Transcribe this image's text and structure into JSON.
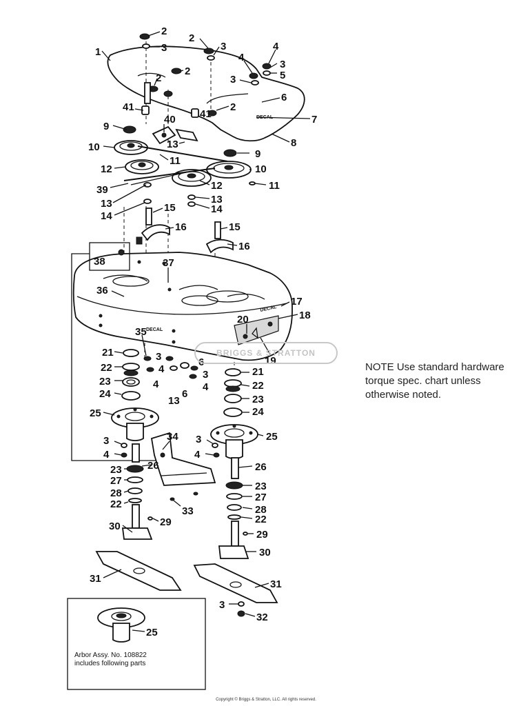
{
  "note": {
    "lines": [
      "NOTE  Use standard hardware",
      "torque spec. chart unless",
      "otherwise noted."
    ]
  },
  "inset": {
    "caption_lines": [
      "Arbor Assy. No. 108822",
      "includes following parts"
    ],
    "part_label": "25"
  },
  "decal_text": "DECAL",
  "watermark_text": "BRIGGS & STRATTON",
  "copyright": "Copyright © Briggs & Stratton, LLC. All rights reserved.",
  "callouts": {
    "c1": "1",
    "c2a": "2",
    "c2b": "2",
    "c2c": "2",
    "c2d": "2",
    "c2e": "2",
    "c3a": "3",
    "c3b": "3",
    "c3c": "3",
    "c3d": "3",
    "c4a": "4",
    "c4b": "4",
    "c5": "5",
    "c6": "6",
    "c7": "7",
    "c8": "8",
    "c9a": "9",
    "c9b": "9",
    "c10a": "10",
    "c10b": "10",
    "c11a": "11",
    "c11b": "11",
    "c12a": "12",
    "c12b": "12",
    "c13a": "13",
    "c13b": "13",
    "c13c": "13",
    "c14a": "14",
    "c14b": "14",
    "c15a": "15",
    "c15b": "15",
    "c16a": "16",
    "c16b": "16",
    "c17": "17",
    "c18": "18",
    "c19": "19",
    "c20": "20",
    "c36": "36",
    "c37": "37",
    "c38": "38",
    "c39": "39",
    "c40": "40",
    "c41a": "41",
    "c41b": "41",
    "c35": "35",
    "c3e": "3",
    "c4c": "4",
    "c4d": "4",
    "c13d": "13",
    "c6b": "6",
    "c6c": "6",
    "c3f": "3",
    "c4e": "4",
    "c21a": "21",
    "c22a": "22",
    "c23a": "23",
    "c24a": "24",
    "c25a": "25",
    "c21b": "21",
    "c22b": "22",
    "c23b": "23",
    "c24b": "24",
    "c25b": "25",
    "c3g": "3",
    "c4f": "4",
    "c3h": "3",
    "c4g": "4",
    "c34": "34",
    "c26a": "26",
    "c26b": "26",
    "c23c": "23",
    "c27a": "27",
    "c28a": "28",
    "c22c": "22",
    "c23d": "23",
    "c27b": "27",
    "c28b": "28",
    "c22d": "22",
    "c29a": "29",
    "c29b": "29",
    "c30a": "30",
    "c30b": "30",
    "c33": "33",
    "c31a": "31",
    "c31b": "31",
    "c3i": "3",
    "c32": "32"
  }
}
